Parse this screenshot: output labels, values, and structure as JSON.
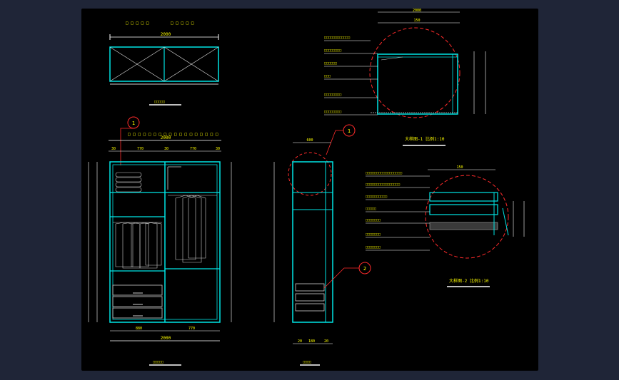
{
  "colors": {
    "background": "#1f2537",
    "sheet": "#000000",
    "outline": "#00e5e5",
    "dimension": "#ffffff",
    "leader": "#ff2b2b",
    "text": "#ffff00",
    "hatch": "#d0d0d0"
  },
  "views": {
    "top_view": {
      "title": "□□□□□",
      "dim": "2000"
    },
    "front_view": {
      "title": "□□□□□",
      "dim_top": "2000",
      "dim_bottom": "2000",
      "top_segments": [
        "30",
        "770",
        "30",
        "770",
        "30"
      ],
      "bottom_segments": [
        "880",
        "770"
      ]
    },
    "section_view": {
      "title": "□□□□",
      "dim_top": "600",
      "dim_bottom_segments": [
        "20",
        "180",
        "20"
      ]
    },
    "detail_1": {
      "title": "大样图-1",
      "scale": "比例1:10",
      "dim_top": "2000",
      "dim_sub": "150"
    },
    "detail_2": {
      "title": "大样图-2",
      "scale": "比例1:10",
      "dim_sub": "150"
    }
  },
  "markers": {
    "m1": "1",
    "m2": "2"
  },
  "annotations": {
    "detail_1": [
      "□□□□□□□□□□□□",
      "□□□□□□□□",
      "□□□□□□",
      "□□□",
      "□□□□□□□□",
      "□□□□□□□□"
    ],
    "detail_2": [
      "□□□□□□□□□□□□□□□□□",
      "□□□□□□□□□□□□□□□□",
      "□□□□□□□□□□",
      "□□□□□",
      "□□□□□□□",
      "□□□□□□□",
      "□□□□□□□"
    ]
  }
}
